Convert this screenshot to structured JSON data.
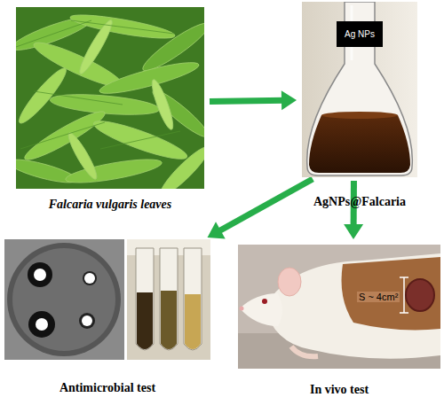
{
  "diagram": {
    "nodes": [
      {
        "text": [
          "Falcaria vulgaris leaves"
        ]
      },
      {
        "text": [
          "AgNPs@Falcaria"
        ]
      },
      {
        "text": [
          "Antimicrobial test"
        ]
      },
      {
        "text": [
          "In vivo test"
        ]
      }
    ],
    "edges": [
      {
        "from": 0,
        "to": 1,
        "arrow": "to"
      },
      {
        "from": 1,
        "to": 2,
        "arrow": "to"
      },
      {
        "from": 1,
        "to": 3,
        "arrow": "to"
      }
    ],
    "labels": [
      "Ag NPs",
      "S ~ 4cm²"
    ]
  }
}
